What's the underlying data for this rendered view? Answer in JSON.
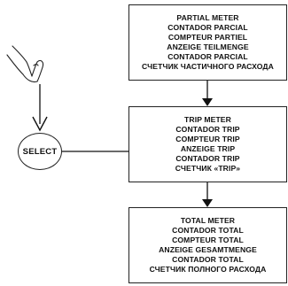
{
  "icons": {
    "hand": "pointing-hand-icon"
  },
  "select_button": {
    "label": "SELECT"
  },
  "boxes": {
    "partial": {
      "lines": [
        "PARTIAL METER",
        "CONTADOR PARCIAL",
        "COMPTEUR PARTIEL",
        "ANZEIGE TEILMENGE",
        "CONTADOR PARCIAL",
        "СЧЕТЧИК ЧАСТИЧНОГО РАСХОДА"
      ]
    },
    "trip": {
      "lines": [
        "TRIP METER",
        "CONTADOR TRIP",
        "COMPTEUR TRIP",
        "ANZEIGE TRIP",
        "CONTADOR TRIP",
        "СЧЕТЧИК «TRIP»"
      ]
    },
    "total": {
      "lines": [
        "TOTAL METER",
        "CONTADOR TOTAL",
        "COMPTEUR TOTAL",
        "ANZEIGE GESAMTMENGE",
        "CONTADOR TOTAL",
        "СЧЕТЧИК ПОЛНОГО РАСХОДА"
      ]
    }
  }
}
